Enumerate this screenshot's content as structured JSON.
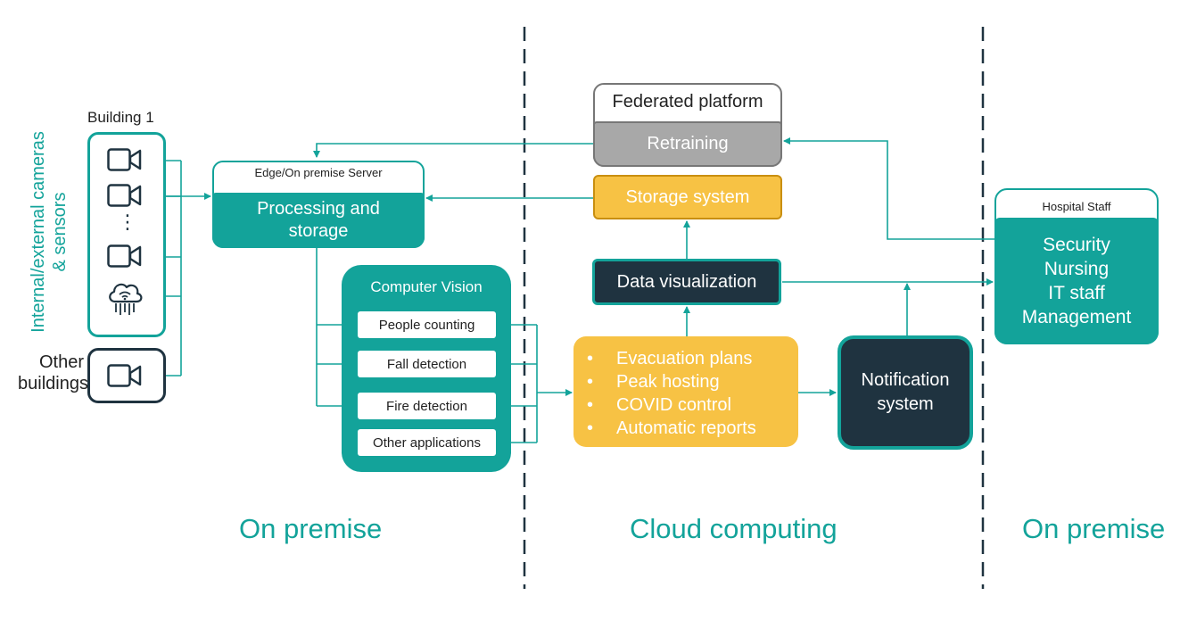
{
  "building1": {
    "label": "Building 1",
    "side_label": "Internal/external cameras & sensors",
    "side_label_line1": "Internal/external cameras",
    "side_label_line2": "& sensors",
    "ellipsis": "⋮"
  },
  "other_buildings": {
    "label_line1": "Other",
    "label_line2": "buildings"
  },
  "edge_server": {
    "title": "Edge/On premise Server",
    "body_line1": "Processing and",
    "body_line2": "storage"
  },
  "computer_vision": {
    "title": "Computer Vision",
    "items": [
      "People counting",
      "Fall detection",
      "Fire detection",
      "Other applications"
    ]
  },
  "federated": {
    "title": "Federated platform",
    "retraining": "Retraining"
  },
  "storage_system": "Storage system",
  "data_visualization": "Data visualization",
  "use_cases": [
    "Evacuation plans",
    "Peak hosting",
    "COVID control",
    "Automatic reports"
  ],
  "notification": {
    "line1": "Notification",
    "line2": "system"
  },
  "hospital_staff": {
    "title": "Hospital Staff",
    "roles": [
      "Security",
      "Nursing",
      "IT staff",
      "Management"
    ]
  },
  "zones": {
    "left": "On premise",
    "middle": "Cloud computing",
    "right": "On premise"
  },
  "colors": {
    "teal": "#13a39a",
    "navy": "#1f3340",
    "yellow": "#f7c244",
    "gray": "#a8a8a8"
  },
  "icons": [
    "camera-icon",
    "cloud-sensor-icon",
    "arrow-icon"
  ]
}
